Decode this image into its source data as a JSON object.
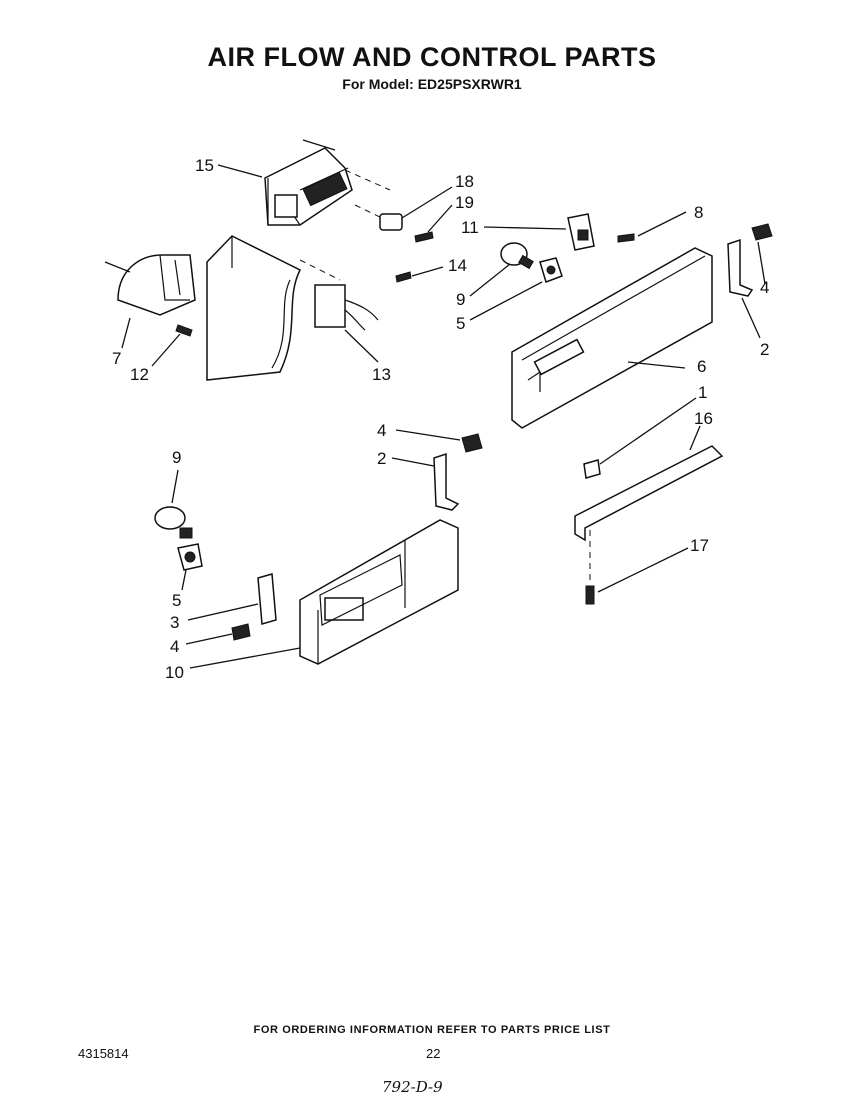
{
  "header": {
    "title": "AIR FLOW AND CONTROL PARTS",
    "subtitle": "For Model: ED25PSXRWR1"
  },
  "callouts": [
    {
      "id": "c15",
      "label": "15"
    },
    {
      "id": "c18",
      "label": "18"
    },
    {
      "id": "c19",
      "label": "19"
    },
    {
      "id": "c11",
      "label": "11"
    },
    {
      "id": "c8",
      "label": "8"
    },
    {
      "id": "c14",
      "label": "14"
    },
    {
      "id": "c9a",
      "label": "9"
    },
    {
      "id": "c5a",
      "label": "5"
    },
    {
      "id": "c4a",
      "label": "4"
    },
    {
      "id": "c2a",
      "label": "2"
    },
    {
      "id": "c6",
      "label": "6"
    },
    {
      "id": "c7",
      "label": "7"
    },
    {
      "id": "c12",
      "label": "12"
    },
    {
      "id": "c13",
      "label": "13"
    },
    {
      "id": "c1",
      "label": "1"
    },
    {
      "id": "c16",
      "label": "16"
    },
    {
      "id": "c4b",
      "label": "4"
    },
    {
      "id": "c2b",
      "label": "2"
    },
    {
      "id": "c9b",
      "label": "9"
    },
    {
      "id": "c5b",
      "label": "5"
    },
    {
      "id": "c3",
      "label": "3"
    },
    {
      "id": "c4c",
      "label": "4"
    },
    {
      "id": "c10",
      "label": "10"
    },
    {
      "id": "c17",
      "label": "17"
    }
  ],
  "footer": {
    "ordering_note": "FOR ORDERING INFORMATION REFER TO PARTS PRICE LIST",
    "doc_number": "4315814",
    "page_number": "22",
    "handwritten_code": "792-D-9"
  }
}
